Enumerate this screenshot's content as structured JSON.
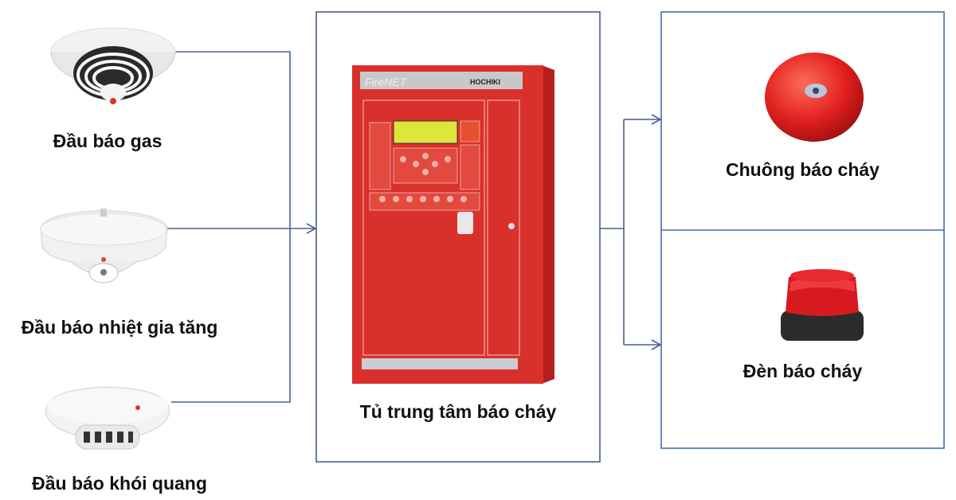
{
  "inputs": [
    {
      "label": "Đầu báo gas",
      "icon": "gas-detector-icon"
    },
    {
      "label": "Đầu báo nhiệt gia tăng",
      "icon": "heat-detector-icon"
    },
    {
      "label": "Đầu báo khói quang",
      "icon": "smoke-detector-icon"
    }
  ],
  "center": {
    "label": "Tủ trung tâm báo cháy",
    "icon": "fire-alarm-control-panel-icon",
    "logo_text": "FireNET",
    "brand_text": "HOCHIKI"
  },
  "outputs": [
    {
      "label": "Chuông báo cháy",
      "icon": "fire-bell-icon"
    },
    {
      "label": "Đèn báo cháy",
      "icon": "strobe-light-icon"
    }
  ],
  "colors": {
    "line": "#4a5f8f",
    "panel_red": "#d9302c",
    "bell_red": "#e0201e"
  }
}
